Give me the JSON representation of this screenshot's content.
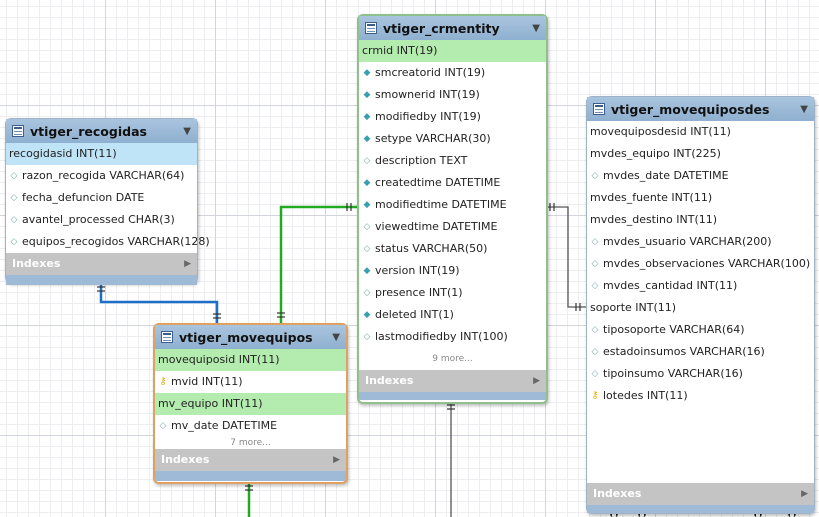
{
  "indexes_label": "Indexes",
  "tables": {
    "recogidas": {
      "title": "vtiger_recogidas",
      "rows": [
        {
          "label": "recogidasid INT(11)",
          "icon": "none"
        },
        {
          "label": "razon_recogida VARCHAR(64)",
          "icon": "diamond-icon"
        },
        {
          "label": "fecha_defuncion DATE",
          "icon": "diamond-icon"
        },
        {
          "label": "avantel_processed CHAR(3)",
          "icon": "diamond-icon"
        },
        {
          "label": "equipos_recogidos VARCHAR(128)",
          "icon": "diamond-icon"
        }
      ]
    },
    "movequipos": {
      "title": "vtiger_movequipos",
      "rows": [
        {
          "label": "movequiposid INT(11)",
          "icon": "none"
        },
        {
          "label": "mvid INT(11)",
          "icon": "key-icon"
        },
        {
          "label": "mv_equipo INT(11)",
          "icon": "none"
        },
        {
          "label": "mv_date DATETIME",
          "icon": "diamond-icon"
        }
      ],
      "more": "7 more..."
    },
    "crmentity": {
      "title": "vtiger_crmentity",
      "rows": [
        {
          "label": "crmid INT(19)",
          "icon": "none"
        },
        {
          "label": "smcreatorid INT(19)",
          "icon": "diamond-filled-icon"
        },
        {
          "label": "smownerid INT(19)",
          "icon": "diamond-filled-icon"
        },
        {
          "label": "modifiedby INT(19)",
          "icon": "diamond-filled-icon"
        },
        {
          "label": "setype VARCHAR(30)",
          "icon": "diamond-filled-icon"
        },
        {
          "label": "description TEXT",
          "icon": "diamond-icon"
        },
        {
          "label": "createdtime DATETIME",
          "icon": "diamond-filled-icon"
        },
        {
          "label": "modifiedtime DATETIME",
          "icon": "diamond-filled-icon"
        },
        {
          "label": "viewedtime DATETIME",
          "icon": "diamond-icon"
        },
        {
          "label": "status VARCHAR(50)",
          "icon": "diamond-icon"
        },
        {
          "label": "version INT(19)",
          "icon": "diamond-filled-icon"
        },
        {
          "label": "presence INT(1)",
          "icon": "diamond-icon"
        },
        {
          "label": "deleted INT(1)",
          "icon": "diamond-filled-icon"
        },
        {
          "label": "lastmodifiedby INT(100)",
          "icon": "diamond-icon"
        }
      ],
      "more": "9 more..."
    },
    "movequiposdes": {
      "title": "vtiger_movequiposdes",
      "rows": [
        {
          "label": "movequiposdesid INT(11)",
          "icon": "none"
        },
        {
          "label": "mvdes_equipo INT(225)",
          "icon": "none"
        },
        {
          "label": "mvdes_date DATETIME",
          "icon": "diamond-icon"
        },
        {
          "label": "mvdes_fuente INT(11)",
          "icon": "none"
        },
        {
          "label": "mvdes_destino INT(11)",
          "icon": "none"
        },
        {
          "label": "mvdes_usuario VARCHAR(200)",
          "icon": "diamond-icon"
        },
        {
          "label": "mvdes_observaciones VARCHAR(100)",
          "icon": "diamond-icon"
        },
        {
          "label": "mvdes_cantidad INT(11)",
          "icon": "diamond-icon"
        },
        {
          "label": "soporte INT(11)",
          "icon": "none"
        },
        {
          "label": "tiposoporte VARCHAR(64)",
          "icon": "diamond-icon"
        },
        {
          "label": "estadoinsumos VARCHAR(16)",
          "icon": "diamond-icon"
        },
        {
          "label": "tipoinsumo VARCHAR(16)",
          "icon": "diamond-icon"
        },
        {
          "label": "lotedes INT(11)",
          "icon": "key-icon"
        }
      ]
    }
  },
  "colors": {
    "connector_blue": "#1e6fc8",
    "connector_green": "#22aa22",
    "connector_gray": "#555555"
  }
}
